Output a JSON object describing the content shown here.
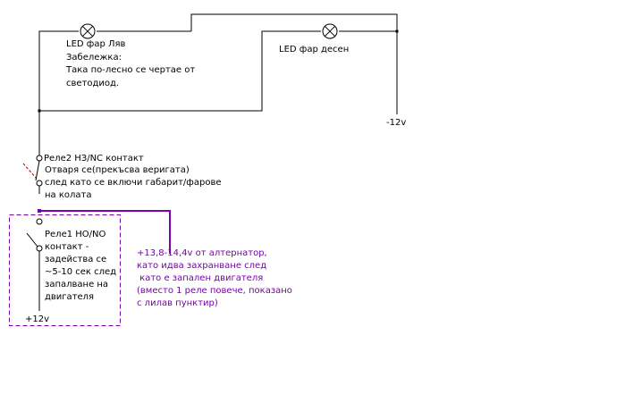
{
  "lamp_left": {
    "label": "LED фар Ляв",
    "note_title": "Забележка:",
    "note_line1": "Така по-лесно се чертае от",
    "note_line2": "светодиод."
  },
  "lamp_right": {
    "label": "LED фар десен"
  },
  "minus_terminal": "-12v",
  "plus_terminal": "+12v",
  "relay2": {
    "line1": "Реле2 НЗ/NC контакт",
    "line2": "Отваря се(прекъсва веригата)",
    "line3": "след като се включи габарит/фарове",
    "line4": "на колата"
  },
  "relay1": {
    "line1": "Реле1 НО/NO",
    "line2": "контакт -",
    "line3": "задейства се",
    "line4": "~5-10 сек след",
    "line5": "запалване на",
    "line6": "двигателя"
  },
  "alternator_note": {
    "line1": "+13,8-14,4v от алтернатор,",
    "line2": "като идва захранване след",
    "line3": " като е запален двигателя",
    "line4": "(вместо 1 реле повече, показано",
    "line5": "с лилав пунктир)"
  },
  "colors": {
    "wire": "#000000",
    "accent": "#7a00b0",
    "relay_dash": "#c00000"
  }
}
